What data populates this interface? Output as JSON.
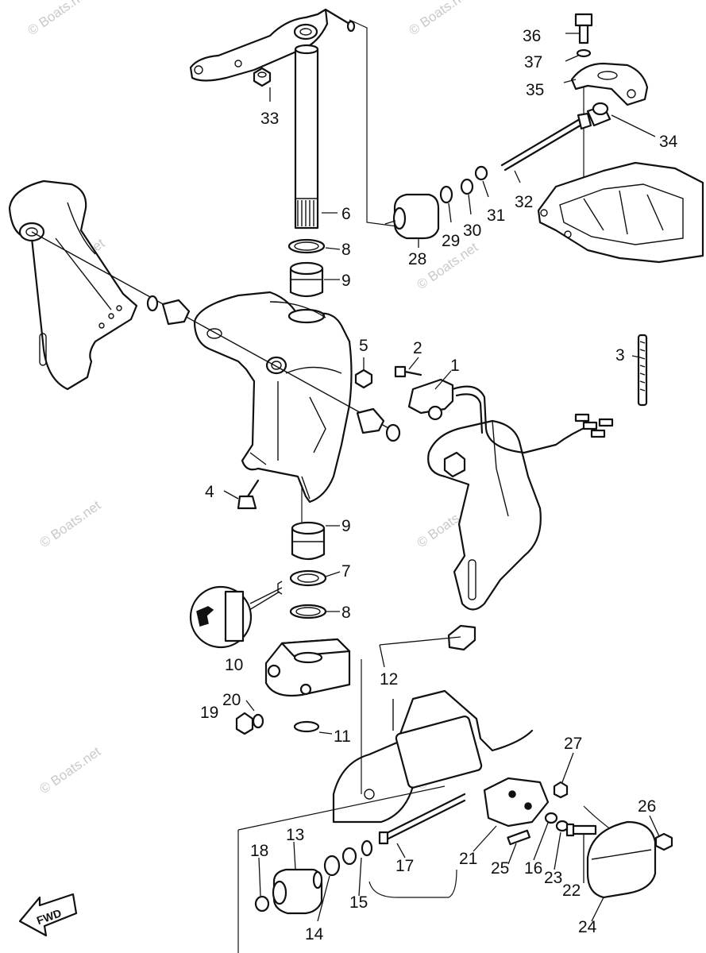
{
  "watermark": "© Boats.net",
  "direction_label": "FWD",
  "callouts": [
    {
      "id": "c1",
      "text": "1"
    },
    {
      "id": "c2",
      "text": "2"
    },
    {
      "id": "c3",
      "text": "3"
    },
    {
      "id": "c4",
      "text": "4"
    },
    {
      "id": "c5",
      "text": "5"
    },
    {
      "id": "c6",
      "text": "6"
    },
    {
      "id": "c7",
      "text": "7"
    },
    {
      "id": "c8a",
      "text": "8"
    },
    {
      "id": "c8b",
      "text": "8"
    },
    {
      "id": "c9a",
      "text": "9"
    },
    {
      "id": "c9b",
      "text": "9"
    },
    {
      "id": "c10",
      "text": "10"
    },
    {
      "id": "c11",
      "text": "11"
    },
    {
      "id": "c12",
      "text": "12"
    },
    {
      "id": "c13",
      "text": "13"
    },
    {
      "id": "c14",
      "text": "14"
    },
    {
      "id": "c15",
      "text": "15"
    },
    {
      "id": "c16",
      "text": "16"
    },
    {
      "id": "c17",
      "text": "17"
    },
    {
      "id": "c18",
      "text": "18"
    },
    {
      "id": "c19",
      "text": "19"
    },
    {
      "id": "c20",
      "text": "20"
    },
    {
      "id": "c21",
      "text": "21"
    },
    {
      "id": "c22",
      "text": "22"
    },
    {
      "id": "c23",
      "text": "23"
    },
    {
      "id": "c24",
      "text": "24"
    },
    {
      "id": "c25",
      "text": "25"
    },
    {
      "id": "c26",
      "text": "26"
    },
    {
      "id": "c27",
      "text": "27"
    },
    {
      "id": "c28",
      "text": "28"
    },
    {
      "id": "c29",
      "text": "29"
    },
    {
      "id": "c30",
      "text": "30"
    },
    {
      "id": "c31",
      "text": "31"
    },
    {
      "id": "c32",
      "text": "32"
    },
    {
      "id": "c33",
      "text": "33"
    },
    {
      "id": "c34",
      "text": "34"
    },
    {
      "id": "c35",
      "text": "35"
    },
    {
      "id": "c36",
      "text": "36"
    },
    {
      "id": "c37",
      "text": "37"
    }
  ]
}
